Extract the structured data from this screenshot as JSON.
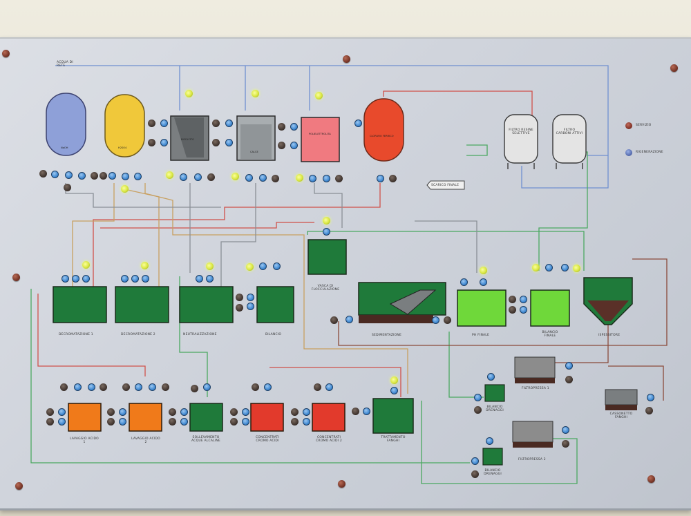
{
  "panel": {
    "acqua_rete": "ACQUA DI RETE",
    "scarico_finale": "SCARICO FINALE",
    "legend": [
      {
        "label": "SERVIZIO",
        "color": "#8a2a20"
      },
      {
        "label": "RIGENERAZIONE",
        "color": "#5565b0"
      }
    ],
    "filters": {
      "f1": "FILTRO RESINE SELETTIVE",
      "f2": "FILTRO CARBONI ATTIVI"
    }
  },
  "stations": {
    "deacid1": "DECROMATAZIONE 1",
    "deacid2": "DECROMATAZIONE 2",
    "neutral": "NEUTRALIZZAZIONE",
    "bilancio": "BILANCIO",
    "vasca": "VASCA DI FLOCCULAZIONE",
    "sedim": "SEDIMENTAZIONE",
    "ph_finale": "PH FINALE",
    "bilancio_finale": "BILANCIO FINALE",
    "ispessitore": "ISPESSITORE",
    "filtropressa1": "FILTROPRESSA 1",
    "filtropressa2": "FILTROPRESSA 2",
    "bilancio_drenaggi1": "BILANCIO DRENAGGI",
    "bilancio_drenaggi2": "BILANCIO DRENAGGI",
    "fanghi": "CASSONETTO FANGHI",
    "lavaggio_acido1": "LAVAGGIO ACIDO 1",
    "lavaggio_acido2": "LAVAGGIO ACIDO 2",
    "sollevamento": "SOLLEVAMENTO ACQUE ALCALINE",
    "concentrati1": "CONCENTRATI CROMO ACIDI",
    "concentrati2": "CONCENTRATI CROMO ACIDI 2",
    "trattamento": "TRATTAMENTO FANGHI"
  },
  "tanks": {
    "blue_tank": "NaOH",
    "yellow_tank": "H2SO4",
    "bisolfito": "BISOLFITO",
    "calce": "CALCE",
    "polielettrolita": "POLIELETTROLITA",
    "red_tank": "CLORURO FERRICO"
  },
  "colors": {
    "tank_green": "#1f7a3a",
    "tank_bright_green": "#6fd83a",
    "tank_orange": "#f07a1a",
    "tank_red": "#e23a2c",
    "tank_blue": "#8ea0d8",
    "tank_yellow": "#f0c83a",
    "line_blue": "#6f8fd0",
    "line_red": "#d0504a",
    "line_green": "#4aa860",
    "line_tan": "#c8a060",
    "line_brown": "#8a4a3a"
  }
}
